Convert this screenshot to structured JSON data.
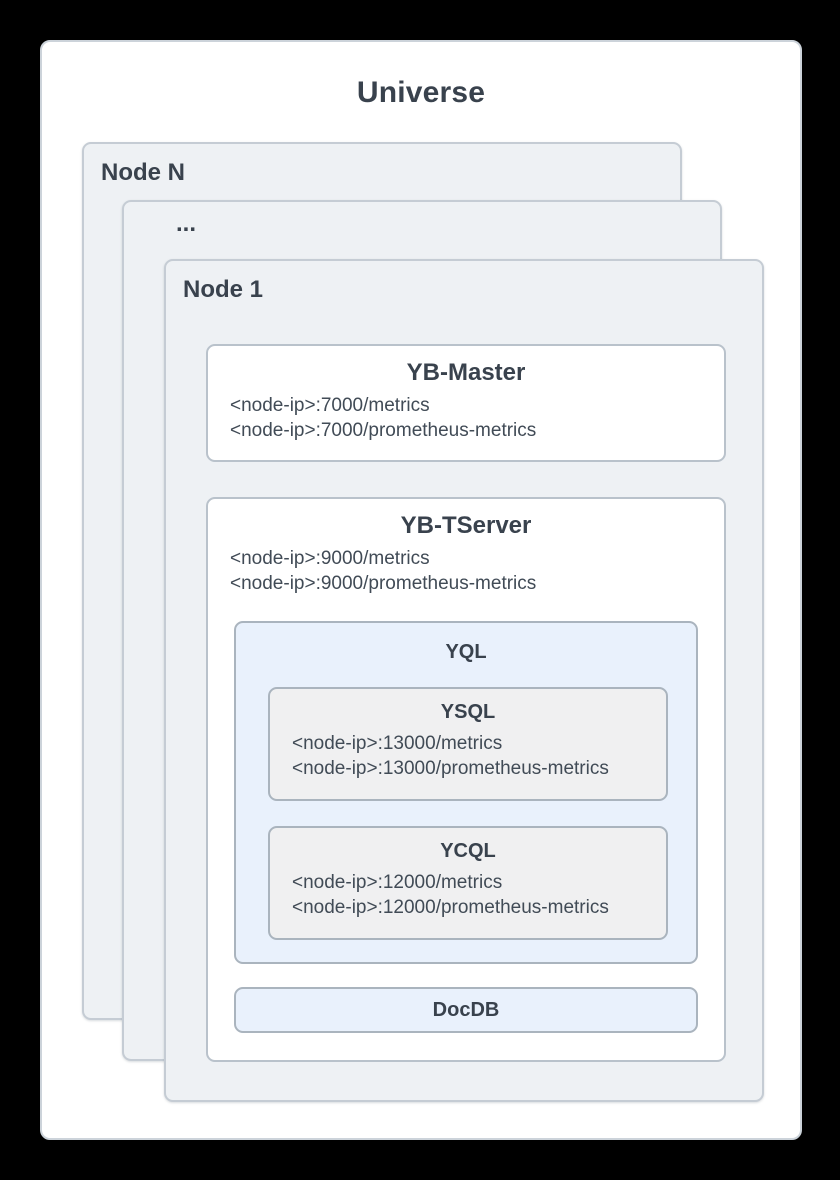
{
  "diagram": {
    "title": "Universe",
    "nodes": {
      "node_n_label": "Node N",
      "ellipsis_label": "...",
      "node_1_label": "Node 1"
    },
    "components": {
      "yb_master": {
        "title": "YB-Master",
        "metrics": [
          "<node-ip>:7000/metrics",
          "<node-ip>:7000/prometheus-metrics"
        ]
      },
      "yb_tserver": {
        "title": "YB-TServer",
        "metrics": [
          "<node-ip>:9000/metrics",
          "<node-ip>:9000/prometheus-metrics"
        ]
      },
      "yql": {
        "title": "YQL"
      },
      "ysql": {
        "title": "YSQL",
        "metrics": [
          "<node-ip>:13000/metrics",
          "<node-ip>:13000/prometheus-metrics"
        ]
      },
      "ycql": {
        "title": "YCQL",
        "metrics": [
          "<node-ip>:12000/metrics",
          "<node-ip>:12000/prometheus-metrics"
        ]
      },
      "docdb": {
        "title": "DocDB"
      }
    },
    "colors": {
      "background": "#000000",
      "card_bg": "#ffffff",
      "card_border": "#ccd3da",
      "node_bg": "#eef1f4",
      "node_border": "#c5ccd4",
      "component_border": "#b9c2cb",
      "subsystem_bg": "#e9f1fc",
      "api_bg": "#f0f0f1",
      "inner_border": "#aab4be",
      "title_text": "#39424d",
      "metrics_text": "#414b56"
    }
  }
}
